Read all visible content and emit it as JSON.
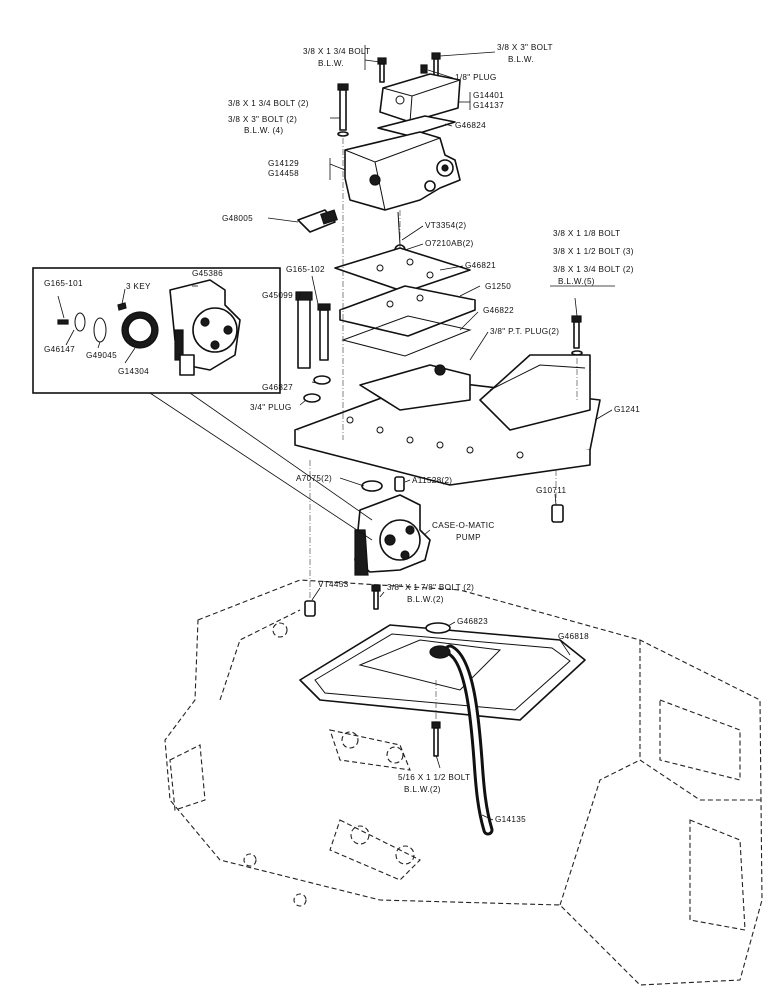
{
  "labels": {
    "bolt_3_8x1_3_4": "3/8 X 1 3/4 BOLT",
    "blw_top_left": "B.L.W.",
    "bolt_3_8x3": "3/8 X 3\" BOLT",
    "blw_top_right": "B.L.W.",
    "plug_1_8": "1/8\" PLUG",
    "g14401": "G14401",
    "g14137": "G14137",
    "g46824": "G46824",
    "bolt_3_8x1_3_4_2": "3/8 X 1 3/4 BOLT (2)",
    "bolt_3_8x3_2": "3/8 X 3\" BOLT (2)",
    "blw_4": "B.L.W. (4)",
    "g14129": "G14129",
    "g14458": "G14458",
    "g48005": "G48005",
    "vt3354": "VT3354(2)",
    "o7210ab": "O7210AB(2)",
    "bolt_3_8x1_1_8": "3/8 X 1 1/8 BOLT",
    "bolt_3_8x1_1_2_3": "3/8 X 1 1/2 BOLT (3)",
    "bolt_3_8x1_3_4_2b": "3/8 X 1 3/4 BOLT (2)",
    "blw_5": "B.L.W.(5)",
    "g165_101": "G165-101",
    "key_3": "3 KEY",
    "g45386": "G45386",
    "g46147": "G46147",
    "g49045": "G49045",
    "g14304": "G14304",
    "g165_102": "G165-102",
    "g45099": "G45099",
    "g46821": "G46821",
    "g1250": "G1250",
    "g46822": "G46822",
    "pt_plug": "3/8\" P.T. PLUG(2)",
    "g46827": "G46827",
    "plug_3_4": "3/4\" PLUG",
    "g1241": "G1241",
    "a7075": "A7075(2)",
    "a11528": "A11528(2)",
    "g10711": "G10711",
    "case_o_matic_1": "CASE-O-MATIC",
    "case_o_matic_2": "PUMP",
    "vt4453": "VT4453",
    "bolt_3_8x1_7_8": "3/8\" X 1 7/8\" BOLT (2)",
    "blw_2": "B.L.W.(2)",
    "g46823": "G46823",
    "g46818": "G46818",
    "bolt_5_16x1_1_2": "5/16 X 1 1/2 BOLT",
    "blw_2b": "B.L.W.(2)",
    "g14135": "G14135"
  }
}
